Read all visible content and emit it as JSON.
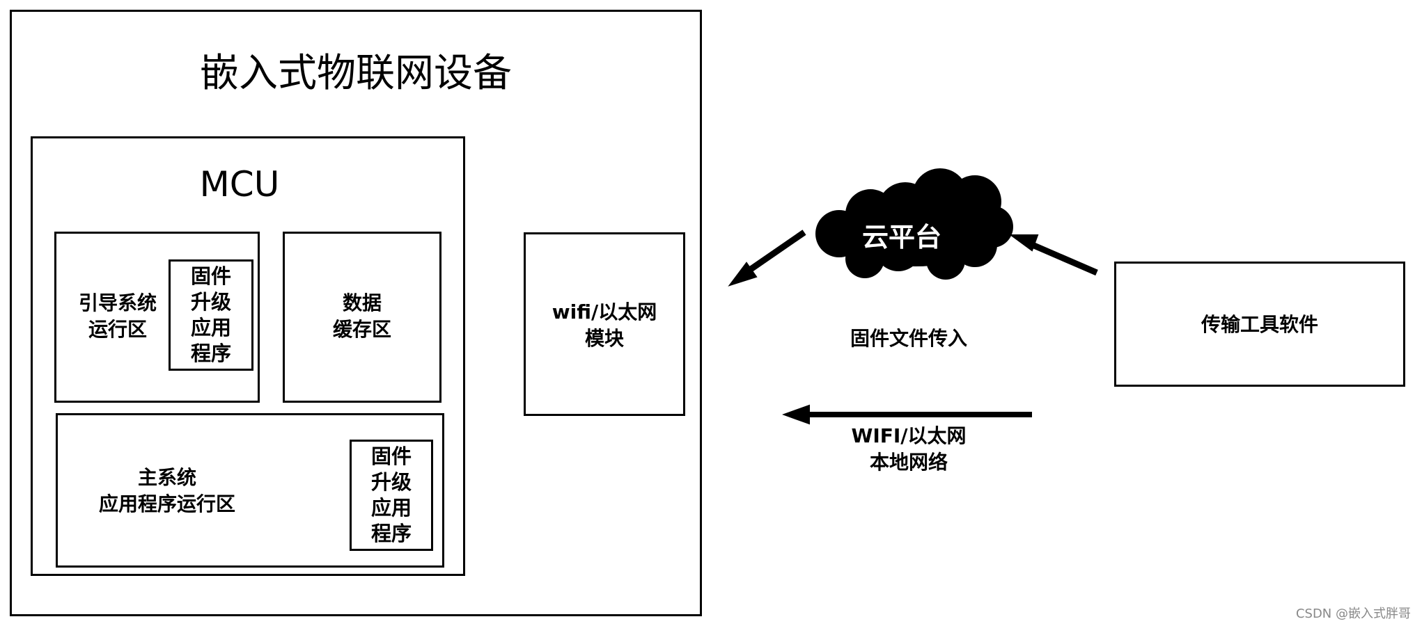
{
  "device": {
    "title": "嵌入式物联网设备"
  },
  "mcu": {
    "title": "MCU"
  },
  "boot_region": {
    "label": "引导系统\n运行区",
    "upgrade_app": "固件\n升级\n应用\n程序"
  },
  "data_buffer": {
    "label": "数据\n缓存区"
  },
  "main_region": {
    "label": "主系统\n应用程序运行区",
    "upgrade_app": "固件\n升级\n应用\n程序"
  },
  "network_module": {
    "label": "wifi/以太网\n模块"
  },
  "cloud": {
    "label": "云平台"
  },
  "firmware_transfer": {
    "label": "固件文件传入"
  },
  "transfer_tool": {
    "label": "传输工具软件"
  },
  "local_network": {
    "label": "WIFI/以太网\n本地网络"
  },
  "watermark": "CSDN @嵌入式胖哥"
}
